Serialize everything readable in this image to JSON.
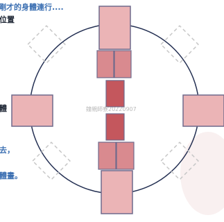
{
  "texts": {
    "line1": "剛才的身體連行....",
    "line2": "位置",
    "line3": "體",
    "line4": "去，",
    "line5": "體畫。"
  },
  "watermark": "鐘親師寮20220907",
  "colors": {
    "pink_fill": "#ebb4b6",
    "pink_stroke": "#6f6a8c",
    "red_fill": "#c4575d",
    "mid_fill": "#d98a8f",
    "circle_stroke": "#232f52",
    "dashed_stroke": "#c7c7c7",
    "blue_text": "#3b6fb2",
    "dark_text": "#222a38"
  }
}
